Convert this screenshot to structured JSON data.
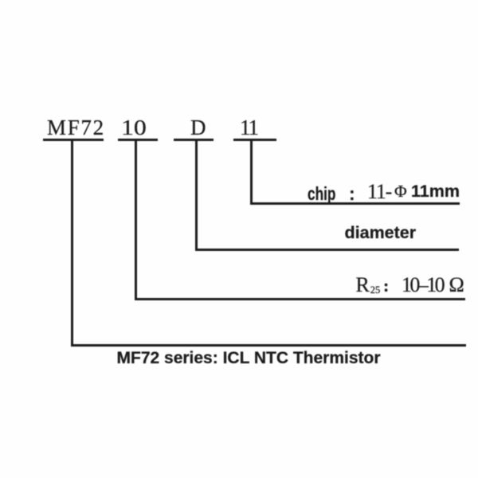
{
  "title": "MF72 part number designation diagram",
  "colors": {
    "background": "#fefefe",
    "ink": "#1c1c1c"
  },
  "part_code": {
    "series": "MF72",
    "resistance": "10",
    "type": "D",
    "diameter": "11"
  },
  "callouts": {
    "chip": {
      "label": "chip",
      "colon": ":",
      "value_count": "11-",
      "value_phi": "Φ",
      "value_size": "11mm"
    },
    "diameter": {
      "label": "diameter"
    },
    "resistance": {
      "symbol": "R",
      "subscript": "25",
      "colon": ":",
      "value": "10–10",
      "unit": "Ω"
    },
    "series": {
      "label": "MF72 series: ICL NTC Thermistor"
    }
  }
}
